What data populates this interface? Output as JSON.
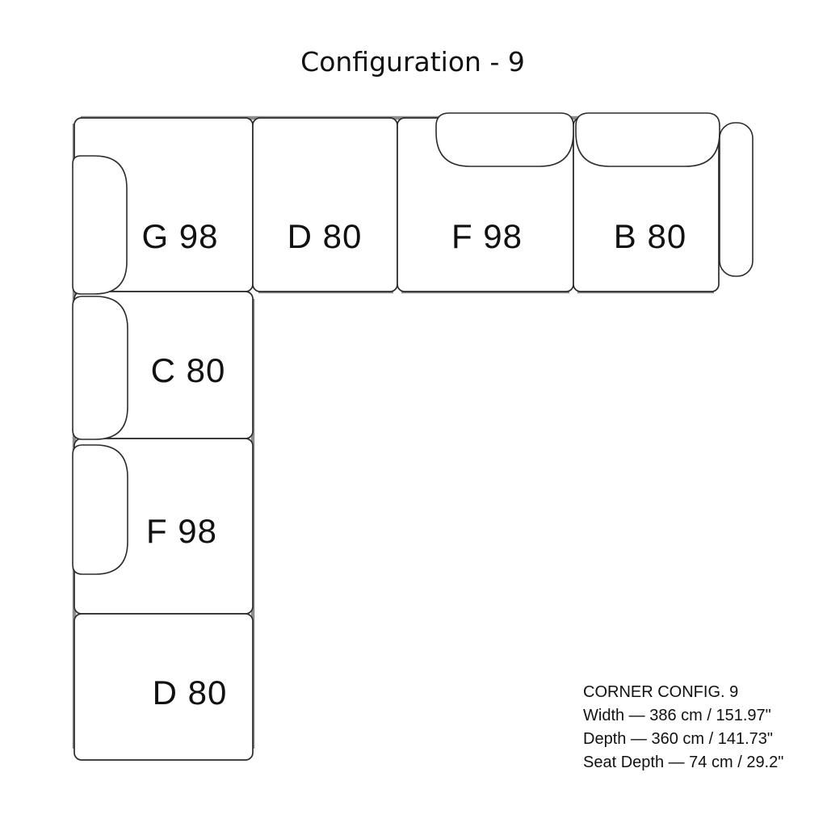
{
  "title": "Configuration - 9",
  "diagram": {
    "modules": [
      {
        "id": "corner-g98",
        "label": "G 98"
      },
      {
        "id": "top-d80",
        "label": "D 80"
      },
      {
        "id": "top-f98",
        "label": "F 98"
      },
      {
        "id": "top-b80",
        "label": "B 80"
      },
      {
        "id": "left-c80",
        "label": "C 80"
      },
      {
        "id": "left-f98",
        "label": "F 98"
      },
      {
        "id": "bottom-d80",
        "label": "D 80"
      }
    ]
  },
  "specs": {
    "heading": "CORNER CONFIG. 9",
    "lines": [
      "Width — 386 cm / 151.97\"",
      "Depth — 360 cm / 141.73\"",
      "Seat Depth — 74 cm / 29.2\""
    ]
  },
  "colors": {
    "background": "#ffffff",
    "outline": "#2b2b2b",
    "edge_shadow": "#8d8d8d",
    "text": "#111111"
  }
}
